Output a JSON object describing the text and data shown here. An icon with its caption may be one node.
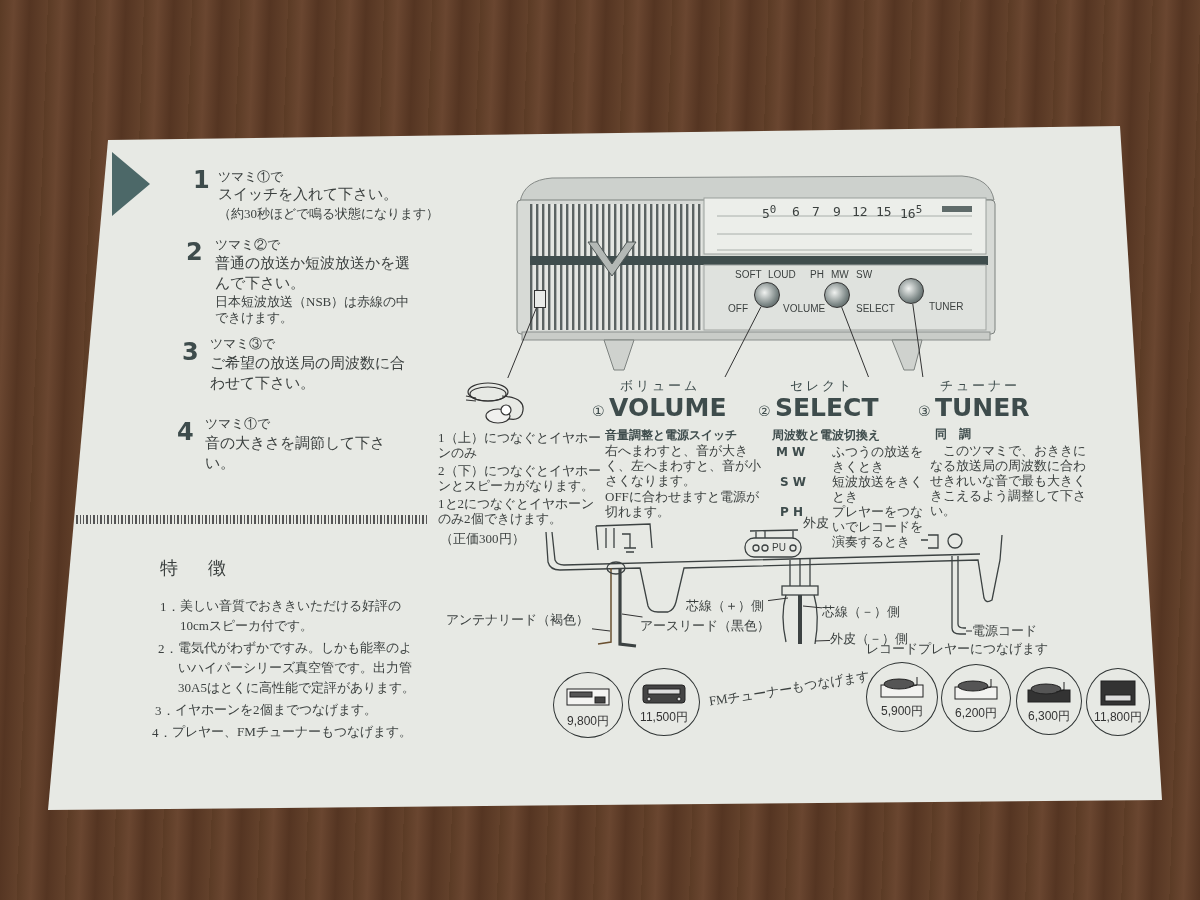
{
  "diagram": {
    "nodes": [
      {
        "text": [],
        "shape": "picture"
      },
      {
        "text": [],
        "shape": "box",
        "in": 0
      },
      {
        "text": [],
        "shape": "circle",
        "in": 0
      },
      {
        "text": [],
        "shape": "circle",
        "in": 0
      },
      {
        "text": [],
        "shape": "circle",
        "in": 0
      },
      {
        "text": [],
        "shape": "picture"
      },
      {
        "text": [
          "ボリューム",
          "①",
          "VOLUME"
        ]
      },
      {
        "text": [
          "セレクト",
          "②",
          "SELECT"
        ]
      },
      {
        "text": [
          "チューナー",
          "③",
          "TUNER"
        ]
      },
      {
        "text": [
          "アンテナリード（褐色）"
        ]
      },
      {
        "text": [
          "アースリード（黒色）"
        ]
      },
      {
        "text": [
          "芯線（＋）側"
        ]
      },
      {
        "text": [
          "芯線（－）側"
        ]
      },
      {
        "text": [
          "外皮（－）側"
        ]
      },
      {
        "text": [
          "電源コード"
        ]
      },
      {
        "text": [
          "9,800円"
        ]
      },
      {
        "text": [
          "11,500円"
        ]
      },
      {
        "text": [
          "5,900円"
        ]
      },
      {
        "text": [
          "6,200円"
        ]
      },
      {
        "text": [
          "6,300円"
        ]
      },
      {
        "text": [
          "11,800円"
        ]
      }
    ],
    "edges": [
      {
        "from": 1,
        "to": 5,
        "arrow": "none"
      },
      {
        "from": 2,
        "to": 6,
        "arrow": "none"
      },
      {
        "from": 3,
        "to": 7,
        "arrow": "none"
      },
      {
        "from": 4,
        "to": 8,
        "arrow": "none"
      },
      {
        "from": 9,
        "to": null,
        "arrow": "none"
      },
      {
        "from": 10,
        "to": null,
        "arrow": "none"
      },
      {
        "from": 11,
        "to": null,
        "arrow": "none"
      },
      {
        "from": 12,
        "to": null,
        "arrow": "none"
      },
      {
        "from": 13,
        "to": null,
        "arrow": "none"
      },
      {
        "from": 14,
        "to": null,
        "arrow": "none"
      }
    ],
    "labels": [
      "1",
      "ツマミ①で",
      "スイッチを入れて下さい。",
      "（約30秒ほどで鳴る状態になります）",
      "2",
      "ツマミ②で",
      "普通の放送か短波放送かを選んで下さい。",
      "日本短波放送（NSB）は赤線の中できけます。",
      "3",
      "ツマミ③で",
      "ご希望の放送局の周波数に合わせて下さい。",
      "4",
      "ツマミ①で",
      "音の大きさを調節して下さい。",
      "5$^{0}$",
      "6",
      "7",
      "9",
      "12",
      "15",
      "16$^{5}$",
      "SOFT",
      "LOUD",
      "OFF",
      "VOLUME",
      "PH",
      "MW",
      "SW",
      "SELECT",
      "TUNER",
      "1（上）につなぐとイヤホーンのみ",
      "2（下）につなぐとイヤホーンとスピーカがなります。",
      "1と2につなぐとイヤホーンのみ2個できけます。",
      "（正価300円）",
      "音量調整と電源スイッチ",
      "右へまわすと、音が大きく、左へまわすと、音が小さくなります。",
      "OFFに合わせますと電源が切れます。",
      "周波数と電波切換え",
      "M W",
      "ふつうの放送をきくとき",
      "S W",
      "短波放送をきくとき",
      "P H",
      "プレヤーをつないでレコードを演奏するとき",
      "同　調",
      "このツマミで、おききになる放送局の周波数に合わせきれいな音で最も大きくきこえるよう調整して下さい。",
      "特　徴",
      "1．",
      "美しい音質でおききいただける好評の10cmスピーカ付です。",
      "2．",
      "電気代がわずかですみ。しかも能率のよいハイパーシリーズ真空管です。出力管30A5はとくに高性能で定評があります。",
      "3．",
      "イヤホーンを2個までつなげます。",
      "4．",
      "プレヤー、FMチューナーもつなげます。",
      "PU",
      "外皮",
      "FMチューナーもつなげます",
      "レコードプレヤーにつなげます"
    ]
  }
}
